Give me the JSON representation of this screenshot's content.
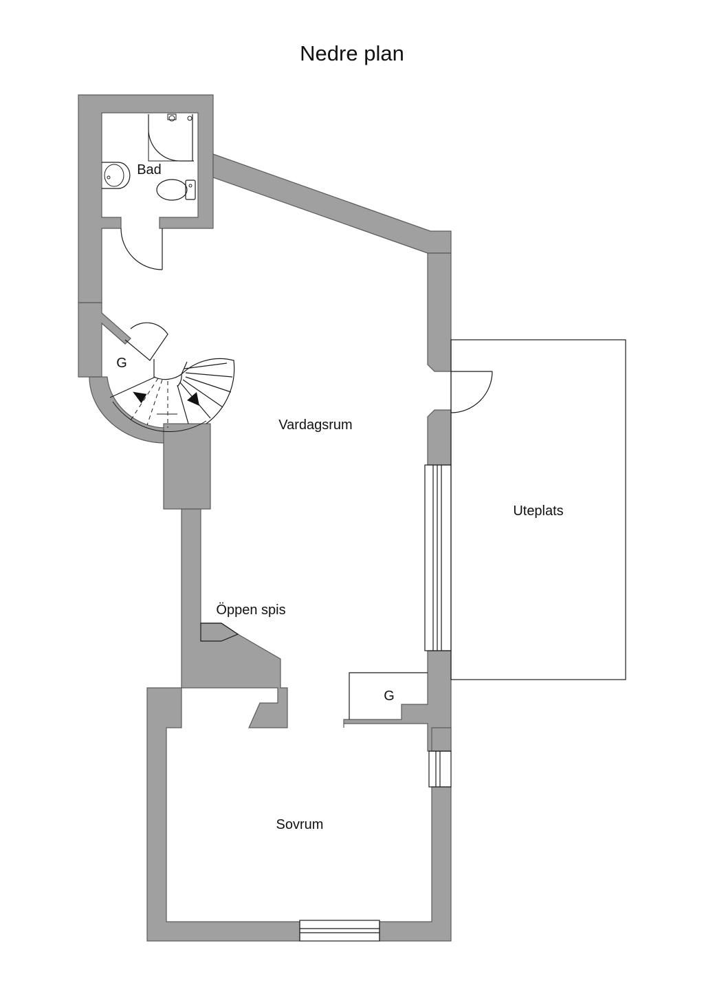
{
  "title": "Nedre plan",
  "rooms": {
    "bad": "Bad",
    "vardagsrum": "Vardagsrum",
    "uteplats": "Uteplats",
    "oppen_spis": "Öppen spis",
    "sovrum": "Sovrum",
    "garderob_1": "G",
    "garderob_2": "G"
  },
  "colors": {
    "wall": "#a0a0a0",
    "line": "#1a1a1a",
    "background": "#ffffff"
  },
  "icons": [
    "shower-icon",
    "sink-icon",
    "toilet-icon",
    "door-swing-icon",
    "spiral-stair-icon",
    "stair-arrow-icon",
    "window-icon",
    "fireplace-icon"
  ]
}
